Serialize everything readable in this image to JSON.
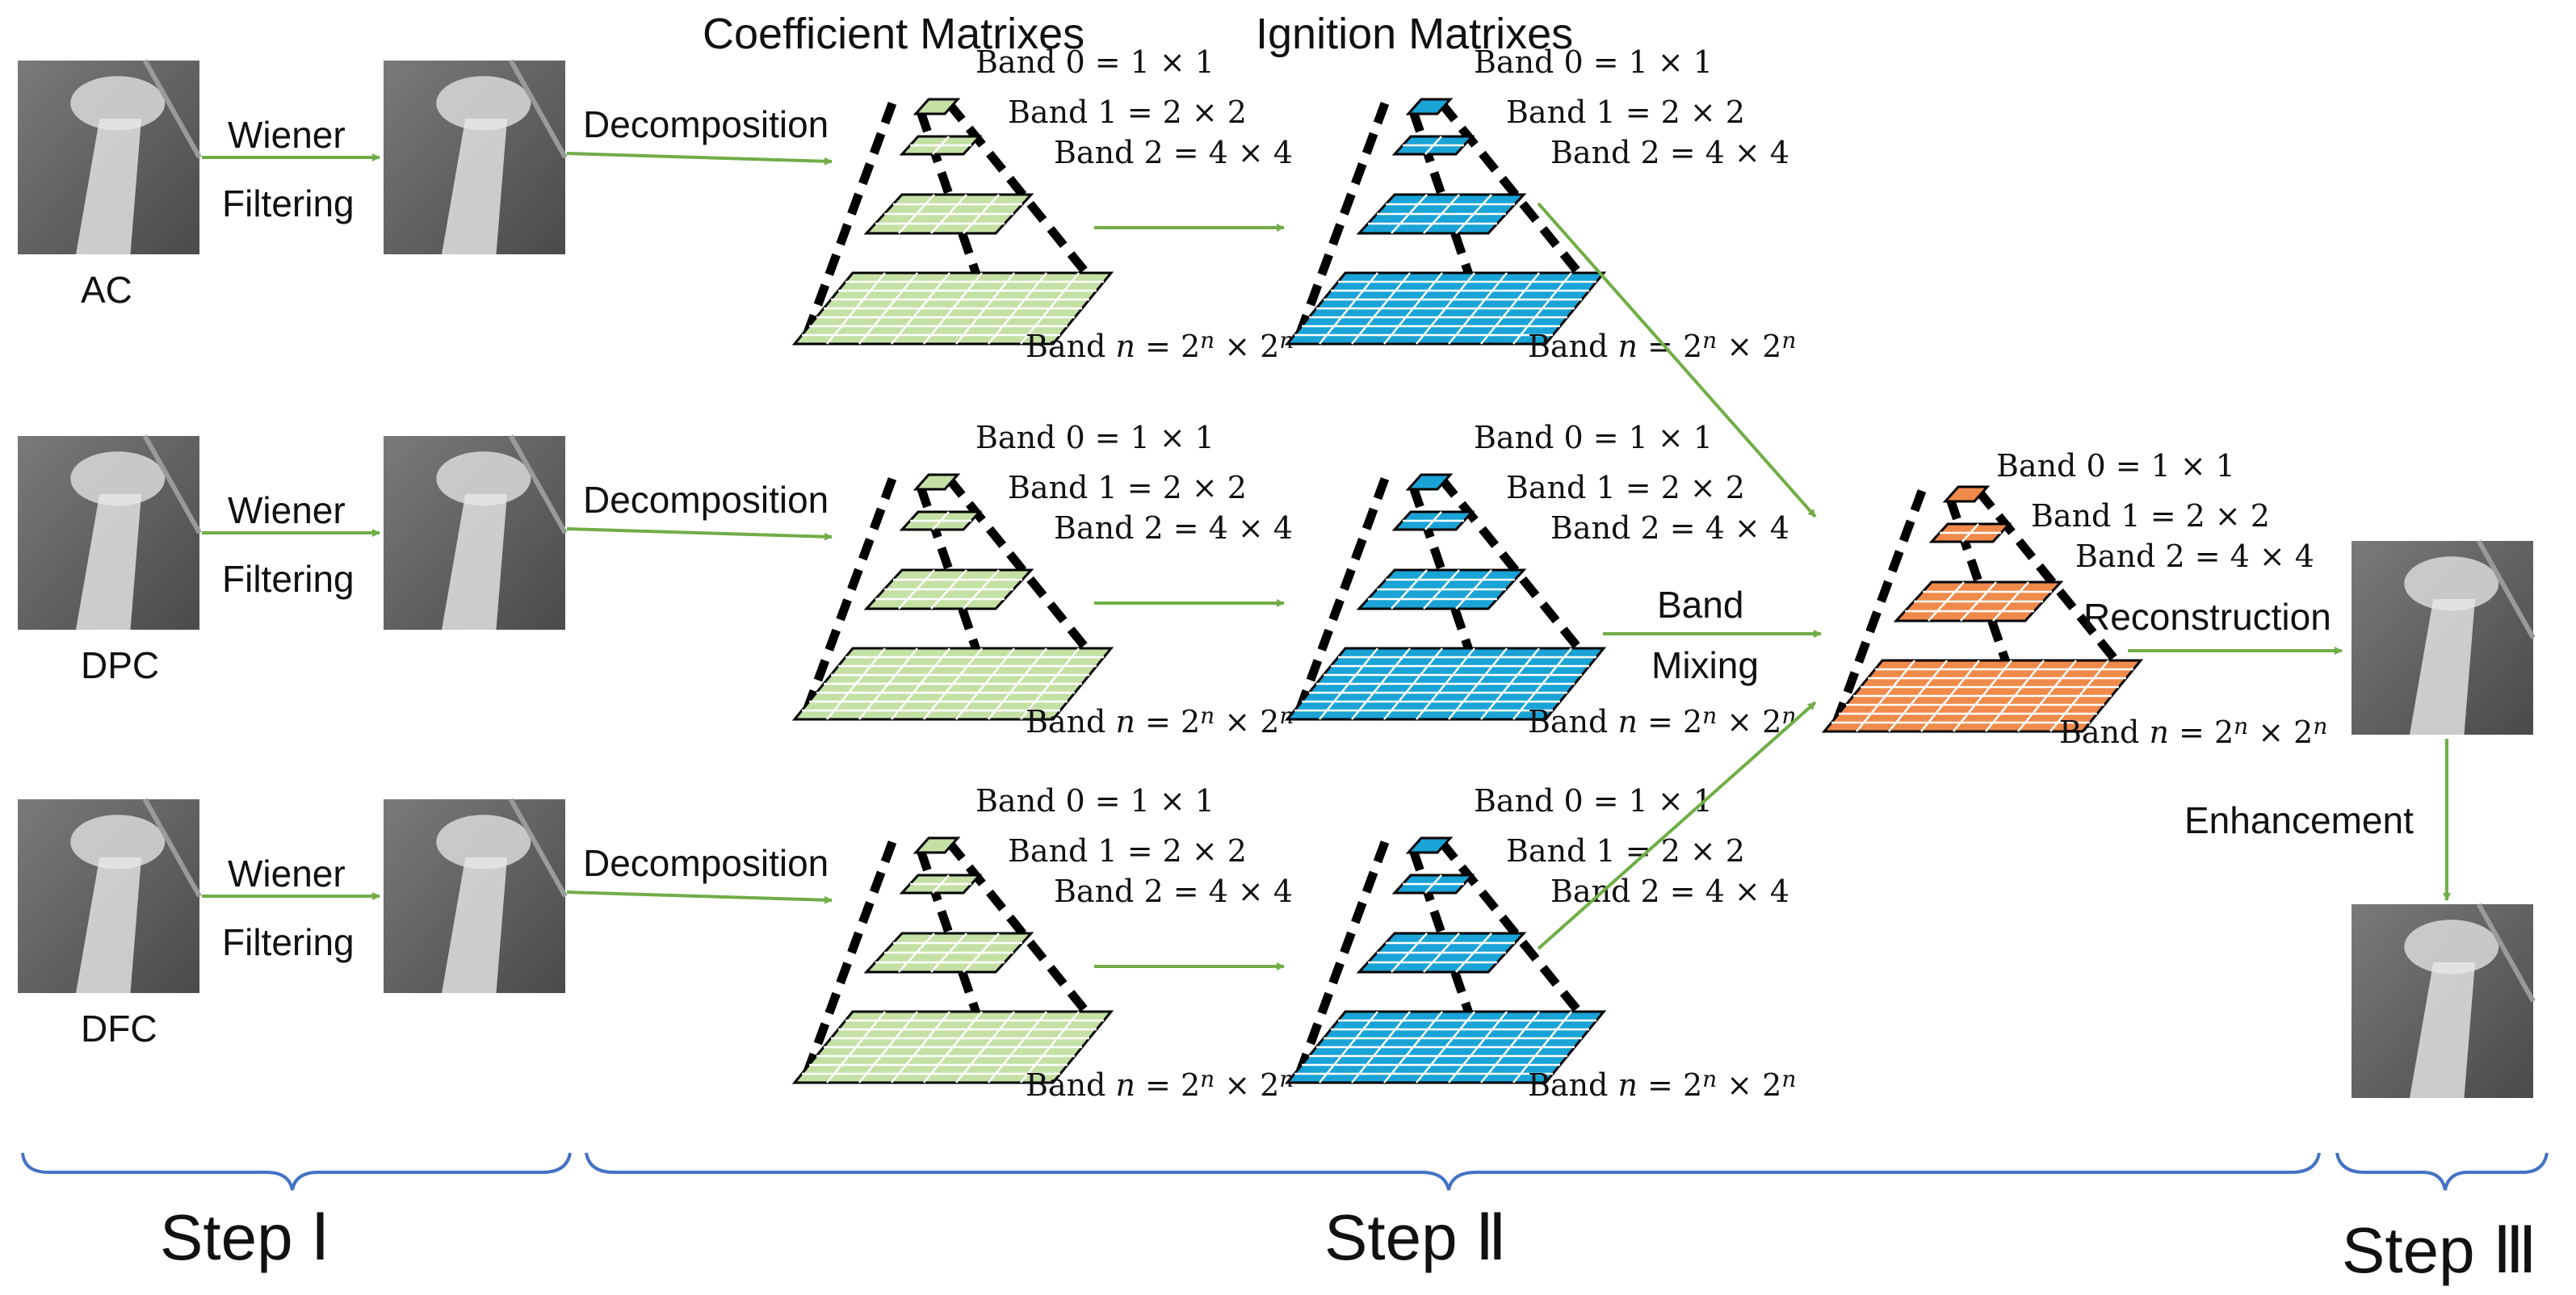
{
  "headers": {
    "coefficient": "Coefficient Matrixes",
    "ignition": "Ignition Matrixes"
  },
  "colors": {
    "coefficient": "#c5e0a5",
    "ignition": "#1aa3d6",
    "mixed": "#f08a4b",
    "arrow": "#70ad47",
    "brace": "#4472c4"
  },
  "rows": [
    {
      "source": "AC",
      "filter": [
        "Wiener",
        "Filtering"
      ],
      "decomp": "Decomposition",
      "thumb": "ac-xray-image"
    },
    {
      "source": "DPC",
      "filter": [
        "Wiener",
        "Filtering"
      ],
      "decomp": "Decomposition",
      "thumb": "dpc-xray-image"
    },
    {
      "source": "DFC",
      "filter": [
        "Wiener",
        "Filtering"
      ],
      "decomp": "Decomposition",
      "thumb": "dfc-xray-image"
    }
  ],
  "bands": {
    "band0": "Band 0 = 1 × 1",
    "band1": "Band 1 = 2 × 2",
    "band2": "Band 2 = 4 × 4",
    "bandn_prefix": "Band ",
    "bandn_var": "n",
    "bandn_eq": " = 2",
    "bandn_times": " × 2",
    "exp": "n"
  },
  "mixing": [
    "Band",
    "Mixing"
  ],
  "reconstruction": "Reconstruction",
  "enhancement": "Enhancement",
  "steps": [
    "Step Ⅰ",
    "Step Ⅱ",
    "Step Ⅲ"
  ]
}
